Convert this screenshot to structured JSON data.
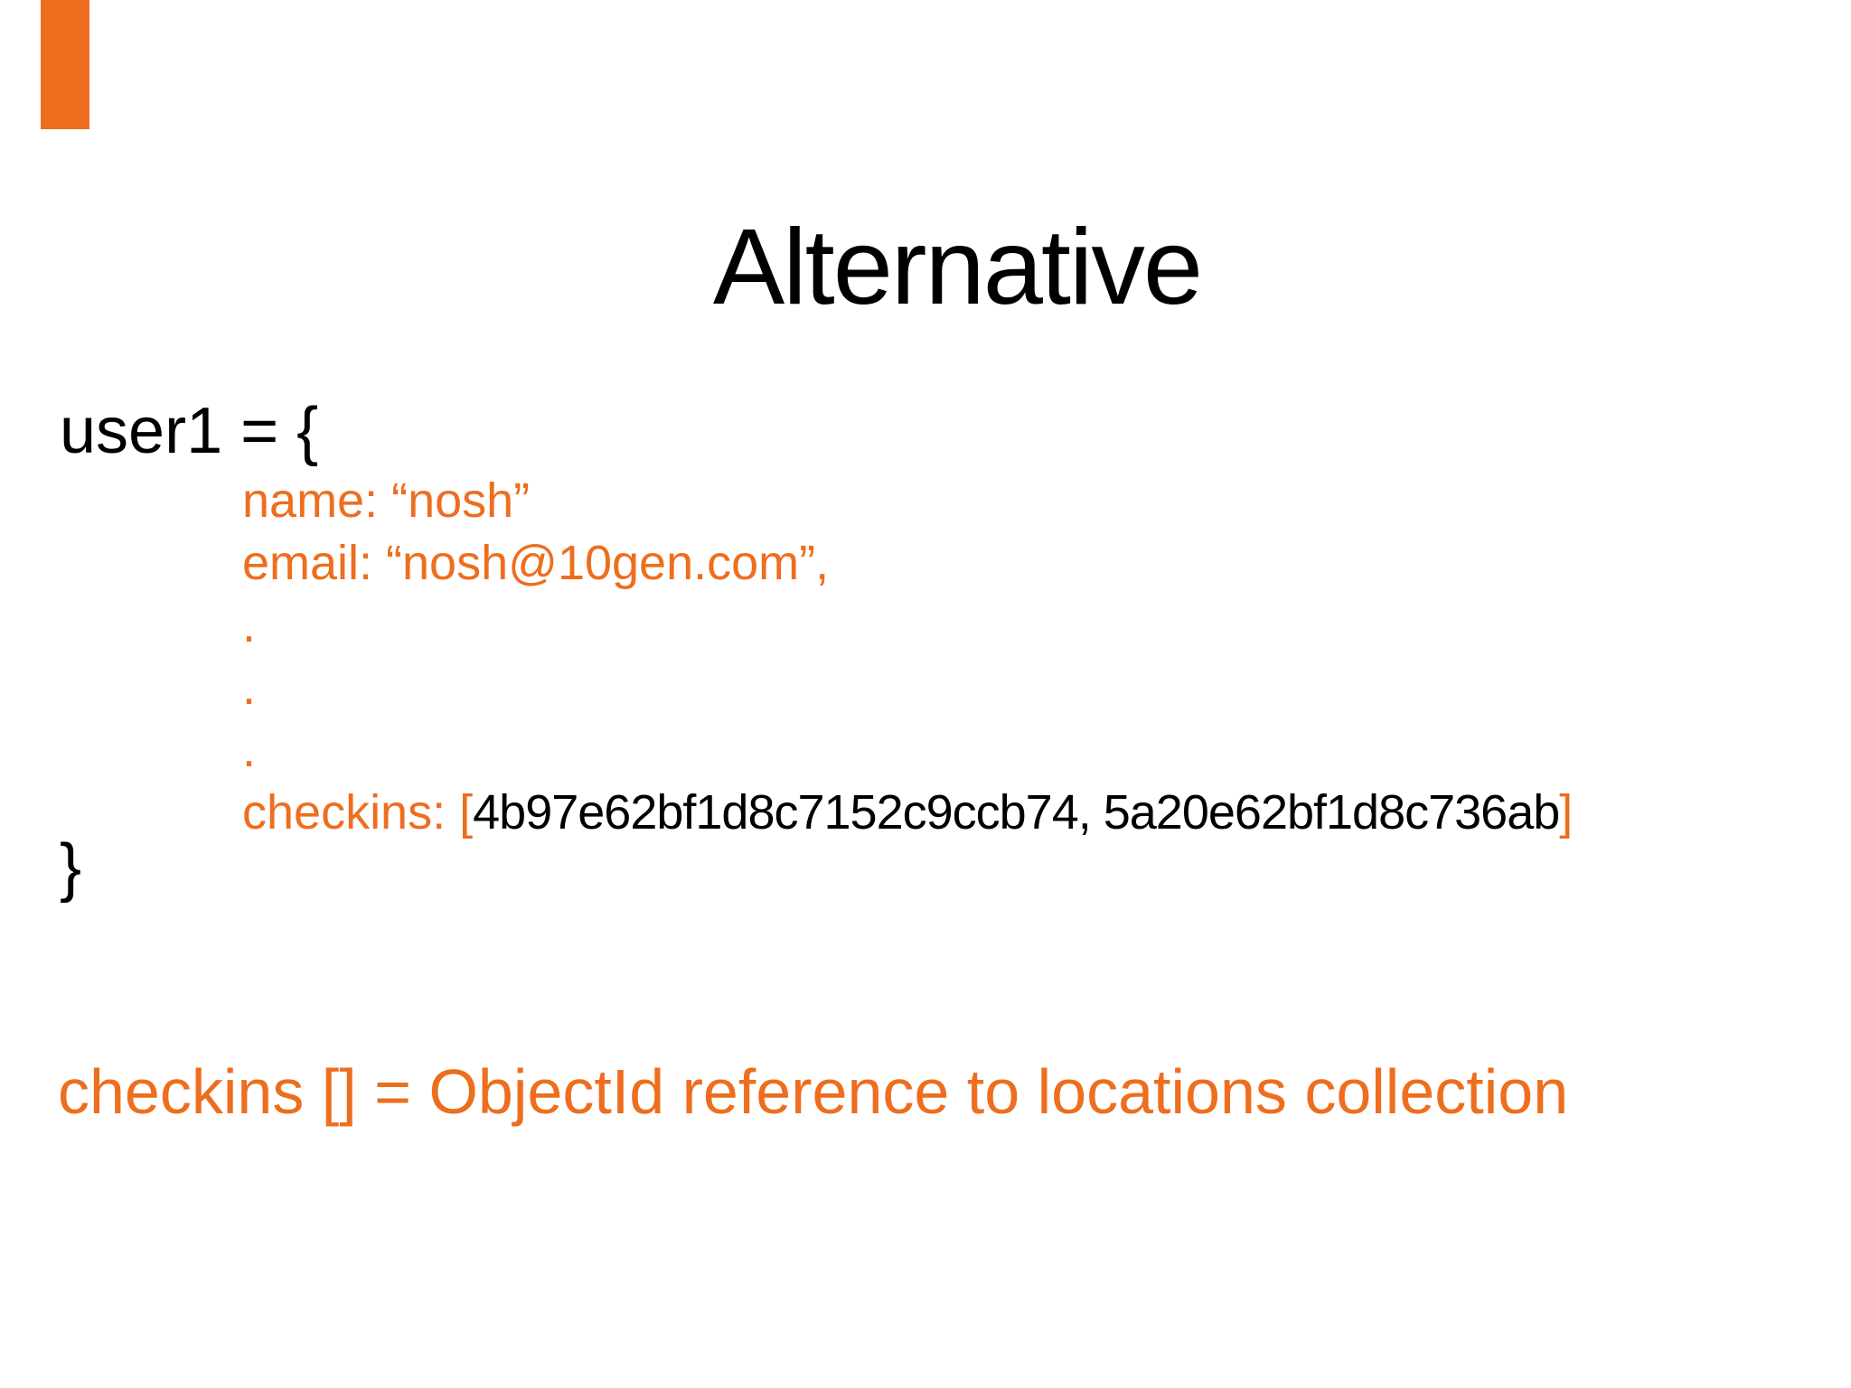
{
  "slide": {
    "background_color": "#FFFFFF",
    "accent_color": "#ED6E1E",
    "text_color": "#000000",
    "decor": {
      "orange_bar_color": "#ED6E1E"
    },
    "title": "Alternative",
    "code": {
      "open_line": "user1 = {",
      "name_line": "name: “nosh”",
      "email_line": "email: “nosh@10gen.com”,",
      "ellipsis_dots": [
        ".",
        ".",
        "."
      ],
      "checkins_label": "checkins:",
      "open_bracket": "[",
      "object_ids": "4b97e62bf1d8c7152c9ccb74, 5a20e62bf1d8c736ab",
      "close_bracket": "]",
      "close_line": "}"
    },
    "footnote": "checkins [] = ObjectId reference to locations collection"
  }
}
